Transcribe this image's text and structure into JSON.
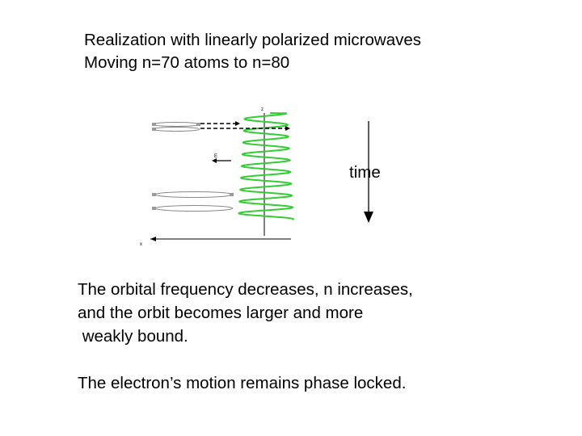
{
  "title_lines": [
    "Realization with linearly polarized microwaves",
    "Moving n=70 atoms to n=80"
  ],
  "diagram": {
    "y_axis_label": "z",
    "x_axis_label": "x",
    "field_label": "E",
    "time_label": "time",
    "wave_color": "#33cc33",
    "orbit_color": "#888888",
    "marker_color": "#999999"
  },
  "body_lines": [
    "The orbital frequency decreases, n increases,",
    "and the orbit becomes larger and more",
    " weakly bound."
  ],
  "footer": "The electron’s motion remains phase locked."
}
